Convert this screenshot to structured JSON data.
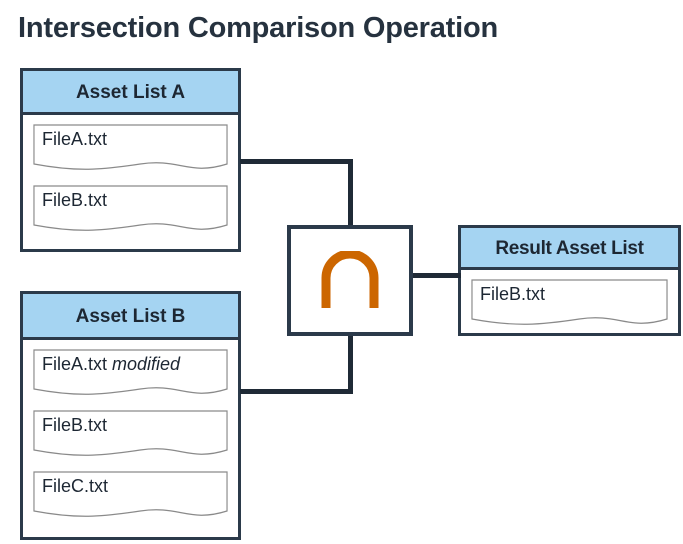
{
  "title": "Intersection Comparison Operation",
  "colors": {
    "header_blue": "#a5d4f2",
    "border_dark": "#2b3a4a",
    "operator_orange": "#cc6600",
    "text_dark": "#1d2733",
    "card_border": "#8a8a8a"
  },
  "lists": {
    "a": {
      "header": "Asset List A",
      "files": [
        {
          "name": "FileA.txt",
          "modifier": ""
        },
        {
          "name": "FileB.txt",
          "modifier": ""
        }
      ]
    },
    "b": {
      "header": "Asset List B",
      "files": [
        {
          "name": "FileA.txt",
          "modifier": "modified"
        },
        {
          "name": "FileB.txt",
          "modifier": ""
        },
        {
          "name": "FileC.txt",
          "modifier": ""
        }
      ]
    },
    "result": {
      "header": "Result Asset List",
      "files": [
        {
          "name": "FileB.txt",
          "modifier": ""
        }
      ]
    }
  },
  "operator": {
    "symbol": "∩",
    "name": "intersection"
  },
  "diagram_flow": {
    "inputs": [
      "Asset List A",
      "Asset List B"
    ],
    "operation": "intersection",
    "output": "Result Asset List"
  }
}
